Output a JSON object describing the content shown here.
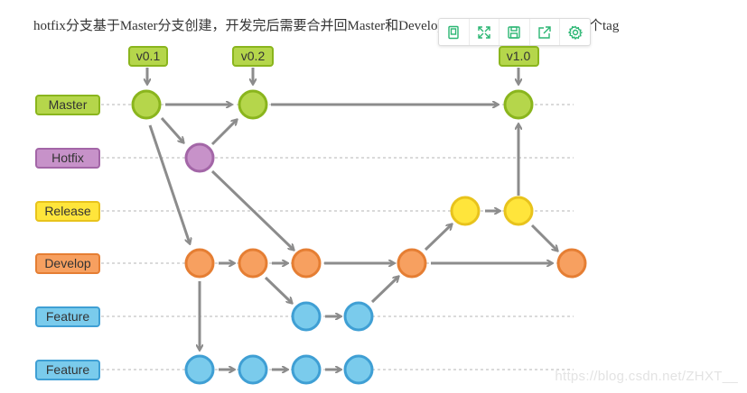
{
  "intro": {
    "text": "hotfix分支基于Master分支创建，开发完后需要合并回Master和Develop分",
    "tail": "个tag"
  },
  "toolbar": {
    "buttons": [
      {
        "icon": "copy-icon"
      },
      {
        "icon": "expand-icon"
      },
      {
        "icon": "save-icon"
      },
      {
        "icon": "share-icon"
      },
      {
        "icon": "gear-icon"
      }
    ],
    "color": "#2bb673"
  },
  "branches": [
    {
      "key": "master",
      "label": "Master",
      "fill": "#b5d64b",
      "stroke": "#8ab51d",
      "text": "#333333"
    },
    {
      "key": "hotfix",
      "label": "Hotfix",
      "fill": "#c792c9",
      "stroke": "#a366a7",
      "text": "#333333"
    },
    {
      "key": "release",
      "label": "Release",
      "fill": "#ffe53b",
      "stroke": "#e8c31c",
      "text": "#333333"
    },
    {
      "key": "develop",
      "label": "Develop",
      "fill": "#f7a060",
      "stroke": "#e57e33",
      "text": "#333333"
    },
    {
      "key": "feature1",
      "label": "Feature",
      "fill": "#7acbec",
      "stroke": "#3f9fd4",
      "text": "#333333"
    },
    {
      "key": "feature2",
      "label": "Feature",
      "fill": "#7acbec",
      "stroke": "#3f9fd4",
      "text": "#333333"
    }
  ],
  "tags": [
    "v0.1",
    "v0.2",
    "v1.0"
  ],
  "arrow_color": "#8c8c8c",
  "watermark": "https://blog.csdn.net/ZHXT__"
}
